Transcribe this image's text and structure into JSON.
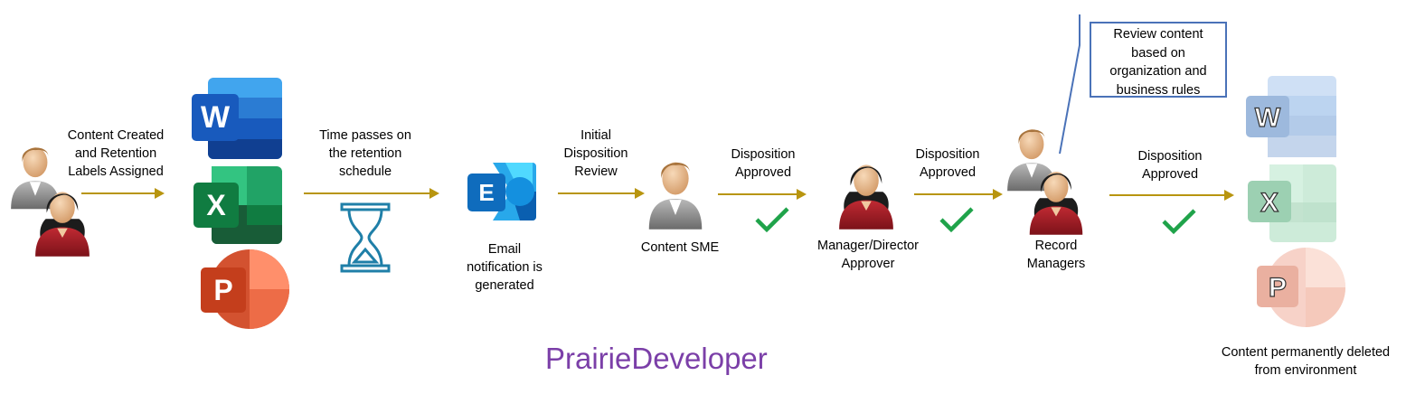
{
  "steps": {
    "created": "Content Created\nand Retention\nLabels Assigned",
    "time_passes": "Time passes on\nthe retention\nschedule",
    "initial_review": "Initial\nDisposition\nReview",
    "approved_1": "Disposition\nApproved",
    "approved_2": "Disposition\nApproved",
    "approved_3": "Disposition\nApproved"
  },
  "nodes": {
    "email": "Email\nnotification is\ngenerated",
    "sme": "Content SME",
    "manager": "Manager/Director\nApprover",
    "records": "Record\nManagers",
    "deleted": "Content permanently deleted\nfrom environment"
  },
  "callout": "Review content\nbased on\norganization and\nbusiness rules",
  "icons": {
    "word": "W",
    "excel": "X",
    "powerpoint": "P",
    "exchange": "E"
  },
  "watermark": "PrairieDeveloper",
  "colors": {
    "arrow": "#b8950f",
    "check": "#1fa34a",
    "callout_border": "#4a72b8",
    "watermark": "#7b3fa8"
  }
}
